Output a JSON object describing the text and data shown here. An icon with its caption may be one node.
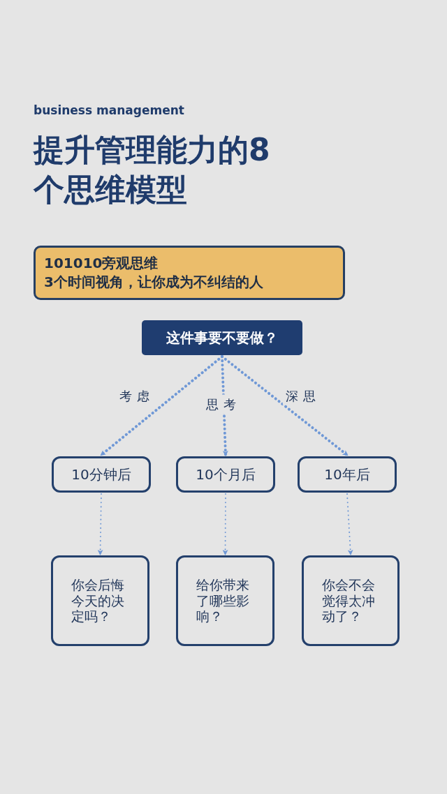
{
  "diagram": {
    "title": "提升管理能力的8个思维模型",
    "nodes": [
      {
        "text": [
          "101010旁观思维",
          "3个时间视角，让你成为不纠结的人"
        ]
      },
      {
        "text": [
          "这件事要不要做？"
        ]
      },
      {
        "text": [
          "10分钟后"
        ]
      },
      {
        "text": [
          "10个月后"
        ]
      },
      {
        "text": [
          "10年后"
        ]
      },
      {
        "text": [
          "你会后悔今天的决定吗？"
        ]
      },
      {
        "text": [
          "给你带来了哪些影响？"
        ]
      },
      {
        "text": [
          "你会不会觉得太冲动了？"
        ]
      }
    ],
    "edges": [
      {
        "from": 1,
        "to": 2,
        "arrow": "to",
        "label": "考虑",
        "style": "dashed"
      },
      {
        "from": 1,
        "to": 3,
        "arrow": "to",
        "label": "思考",
        "style": "dashed"
      },
      {
        "from": 1,
        "to": 4,
        "arrow": "to",
        "label": "深思",
        "style": "dashed"
      },
      {
        "from": 2,
        "to": 5,
        "arrow": "to",
        "style": "dashed"
      },
      {
        "from": 3,
        "to": 6,
        "arrow": "to",
        "style": "dashed"
      },
      {
        "from": 4,
        "to": 7,
        "arrow": "to",
        "style": "dashed"
      }
    ],
    "labels": [
      "business management"
    ]
  }
}
